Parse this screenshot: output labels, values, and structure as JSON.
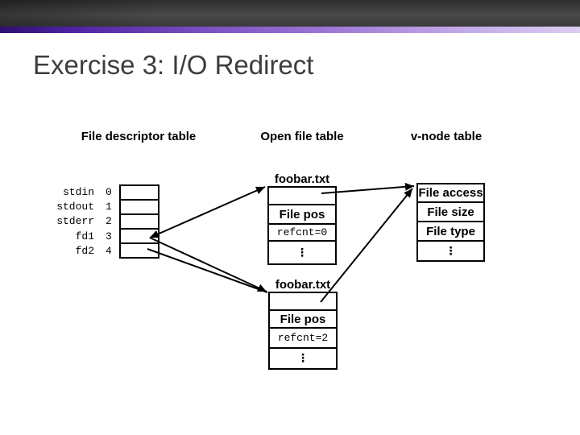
{
  "slide": {
    "title": "Exercise 3: I/O Redirect",
    "accent_colors": {
      "banner": "#3a3a3a",
      "stripe_left": "#2e0f6e",
      "stripe_right": "#dccdf2",
      "title_text": "#3d3d3d"
    }
  },
  "diagram": {
    "headers": {
      "fd": "File descriptor table",
      "open": "Open file table",
      "vnode": "v-node table"
    },
    "fd_table": {
      "rows": [
        {
          "name": "stdin",
          "num": "0"
        },
        {
          "name": "stdout",
          "num": "1"
        },
        {
          "name": "stderr",
          "num": "2"
        },
        {
          "name": "fd1",
          "num": "3"
        },
        {
          "name": "fd2",
          "num": "4"
        }
      ]
    },
    "open_file_tables": [
      {
        "title": "foobar.txt",
        "rows": {
          "r0": "",
          "r1": "File pos",
          "r2": "refcnt=0",
          "r3": "⋮"
        }
      },
      {
        "title": "foobar.txt",
        "rows": {
          "r0": "",
          "r1": "File pos",
          "r2": "refcnt=2",
          "r3": "⋮"
        }
      }
    ],
    "vnode_table": {
      "rows": {
        "r0": "File access",
        "r1": "File size",
        "r2": "File type",
        "r3": "⋮"
      }
    }
  }
}
